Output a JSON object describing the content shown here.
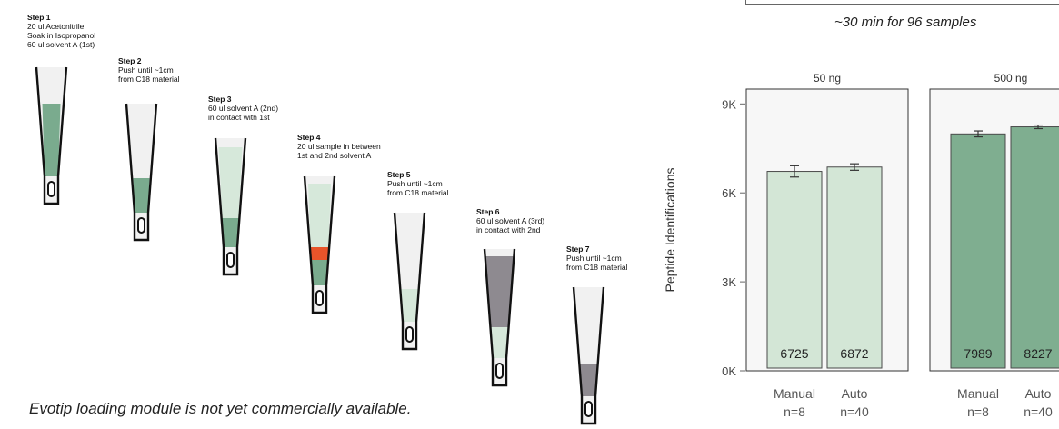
{
  "steps": [
    {
      "title": "Step 1",
      "lines": [
        "20 ul Acetonitrile",
        "Soak in Isopropanol",
        "60 ul solvent A (1st)"
      ]
    },
    {
      "title": "Step 2",
      "lines": [
        "Push until ~1cm",
        "from C18 material"
      ]
    },
    {
      "title": "Step 3",
      "lines": [
        "60 ul solvent A (2nd)",
        "in contact with 1st"
      ]
    },
    {
      "title": "Step 4",
      "lines": [
        "20 ul sample in between",
        "1st and 2nd solvent A"
      ]
    },
    {
      "title": "Step 5",
      "lines": [
        "Push until ~1cm",
        "from C18 material"
      ]
    },
    {
      "title": "Step 6",
      "lines": [
        "60 ul solvent A (3rd)",
        "in contact with 2nd"
      ]
    },
    {
      "title": "Step 7",
      "lines": [
        "Push until ~1cm",
        "from C18 material"
      ]
    }
  ],
  "footnote": "Evotip loading module is not yet commercially available.",
  "timing": "~30 min for 96 samples",
  "colors": {
    "solvent": "#7aab8e",
    "solvent_light": "#d6e8da",
    "sample": "#e8542a",
    "solvent_third": "#8e8a90",
    "bar_50ng": "#d3e6d6",
    "bar_500ng": "#7fae90"
  },
  "chart_data": {
    "type": "bar",
    "ylabel": "Peptide Identifications",
    "ylim": [
      0,
      9500
    ],
    "yticks": [
      0,
      3000,
      6000,
      9000
    ],
    "ytick_labels": [
      "0K",
      "3K",
      "6K",
      "9K"
    ],
    "panels": [
      {
        "title": "50 ng",
        "color": "#d3e6d6",
        "bars": [
          {
            "category": "Manual",
            "n_label": "n=8",
            "value": 6725,
            "err": 190
          },
          {
            "category": "Auto",
            "n_label": "n=40",
            "value": 6872,
            "err": 110
          }
        ]
      },
      {
        "title": "500 ng",
        "color": "#7fae90",
        "bars": [
          {
            "category": "Manual",
            "n_label": "n=8",
            "value": 7989,
            "err": 100
          },
          {
            "category": "Auto",
            "n_label": "n=40",
            "value": 8227,
            "err": 60
          }
        ]
      }
    ]
  }
}
